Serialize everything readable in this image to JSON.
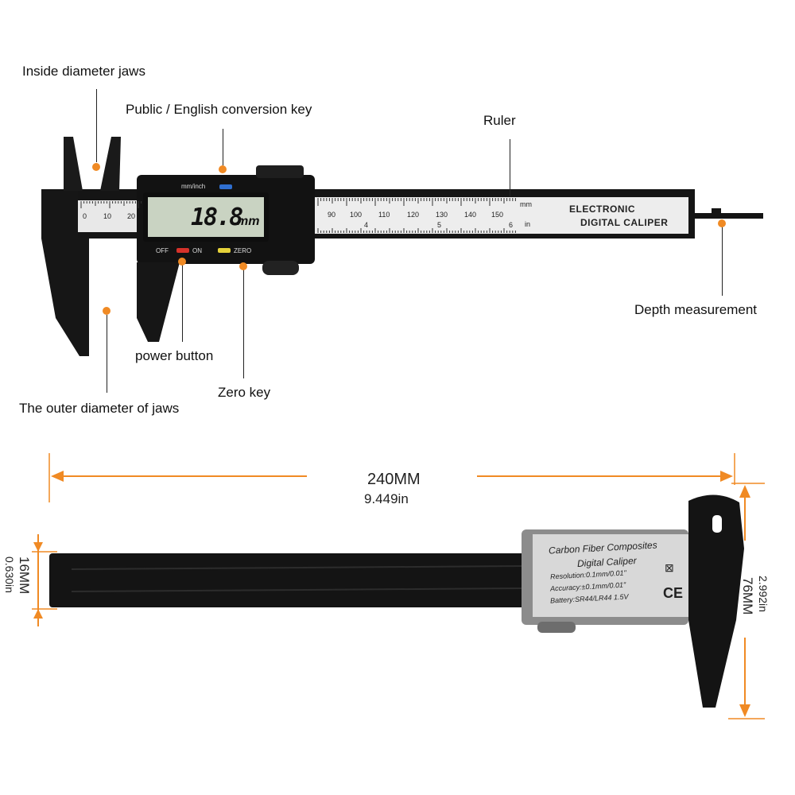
{
  "callouts": {
    "inside_jaws": "Inside diameter jaws",
    "conversion_key": "Public / English conversion key",
    "ruler": "Ruler",
    "depth": "Depth measurement",
    "power": "power button",
    "zero_key": "Zero key",
    "outer_jaws": "The outer diameter of jaws"
  },
  "caliper_top": {
    "lcd_reading": "18.8",
    "lcd_unit": "mm",
    "unit_key_label": "mm/inch",
    "off_label": "OFF",
    "on_label": "ON",
    "zero_label": "ZERO",
    "beam_title_1": "ELECTRONIC",
    "beam_title_2": "DIGITAL CALIPER",
    "mm_label": "mm",
    "in_label": "in",
    "scale_left": [
      "0",
      "10",
      "20"
    ],
    "scale_right": [
      "90",
      "100",
      "110",
      "120",
      "130",
      "140",
      "150"
    ],
    "inch_marks": [
      "4",
      "5",
      "6"
    ]
  },
  "dimensions": {
    "length_mm": "240MM",
    "length_in": "9.449in",
    "thickness_mm": "16MM",
    "thickness_in": "0.630in",
    "height_mm": "76MM",
    "height_in": "2.992in"
  },
  "caliper_bottom": {
    "plate_line_1": "Carbon Fiber Composites",
    "plate_line_2": "Digital Caliper",
    "resolution": "Resolution:0.1mm/0.01\"",
    "accuracy": "Accuracy:±0.1mm/0.01\"",
    "battery": "Battery:SR44/LR44 1.5V",
    "ce_mark": "CE"
  },
  "colors": {
    "accent_orange": "#f08a24",
    "body_black": "#141414",
    "lcd_green": "#c9d3c2",
    "red_button": "#d6322a",
    "yellow_button": "#e6d23a",
    "blue_button": "#2f6fd0"
  }
}
